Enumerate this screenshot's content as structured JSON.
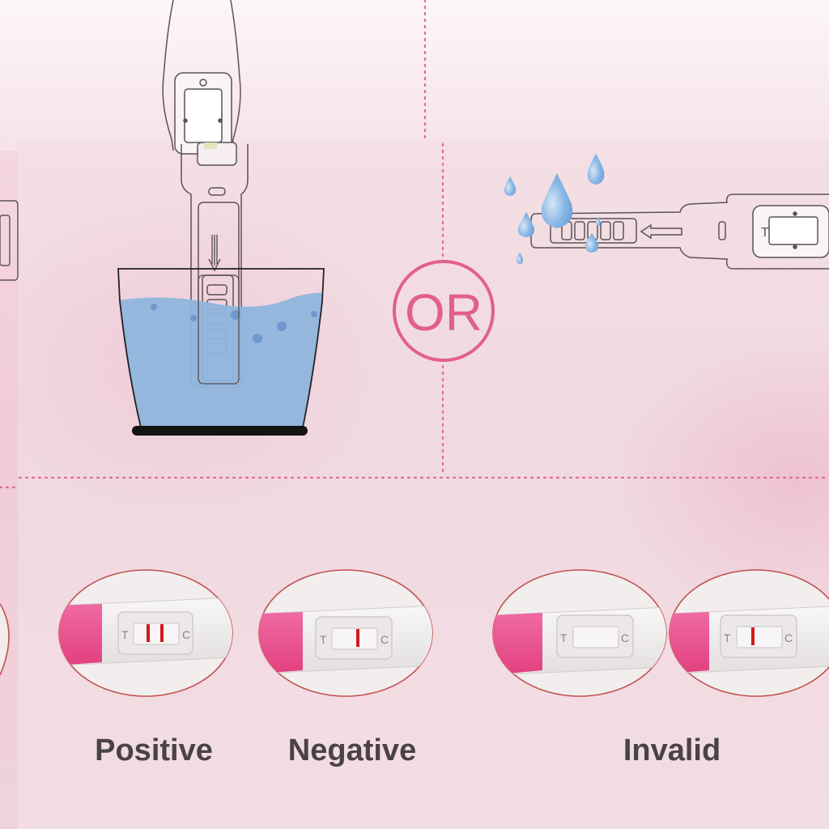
{
  "or_badge": {
    "text": "OR"
  },
  "test_windows": {
    "test_mark": "T",
    "control_mark": "C"
  },
  "results": {
    "positive": {
      "label": "Positive",
      "lines": [
        "T",
        "C"
      ]
    },
    "negative": {
      "label": "Negative",
      "lines": [
        "C"
      ]
    },
    "invalid": [
      {
        "lines": []
      },
      {
        "lines": [
          "T"
        ]
      }
    ],
    "invalid_label": "Invalid"
  },
  "colors": {
    "accent_pink": "#e2608b",
    "strip_pink": "#ec5393",
    "result_line_red": "#d3181f",
    "water_blue": "#8fb5dd",
    "drop_blue": "#7fb0e0",
    "label_text": "#4a4344",
    "outline": "#5b5355",
    "lens_outline": "#c0514e"
  },
  "icons": [
    "water-cup-icon",
    "water-drop-icon",
    "arrow-down-icon",
    "arrow-left-icon"
  ]
}
